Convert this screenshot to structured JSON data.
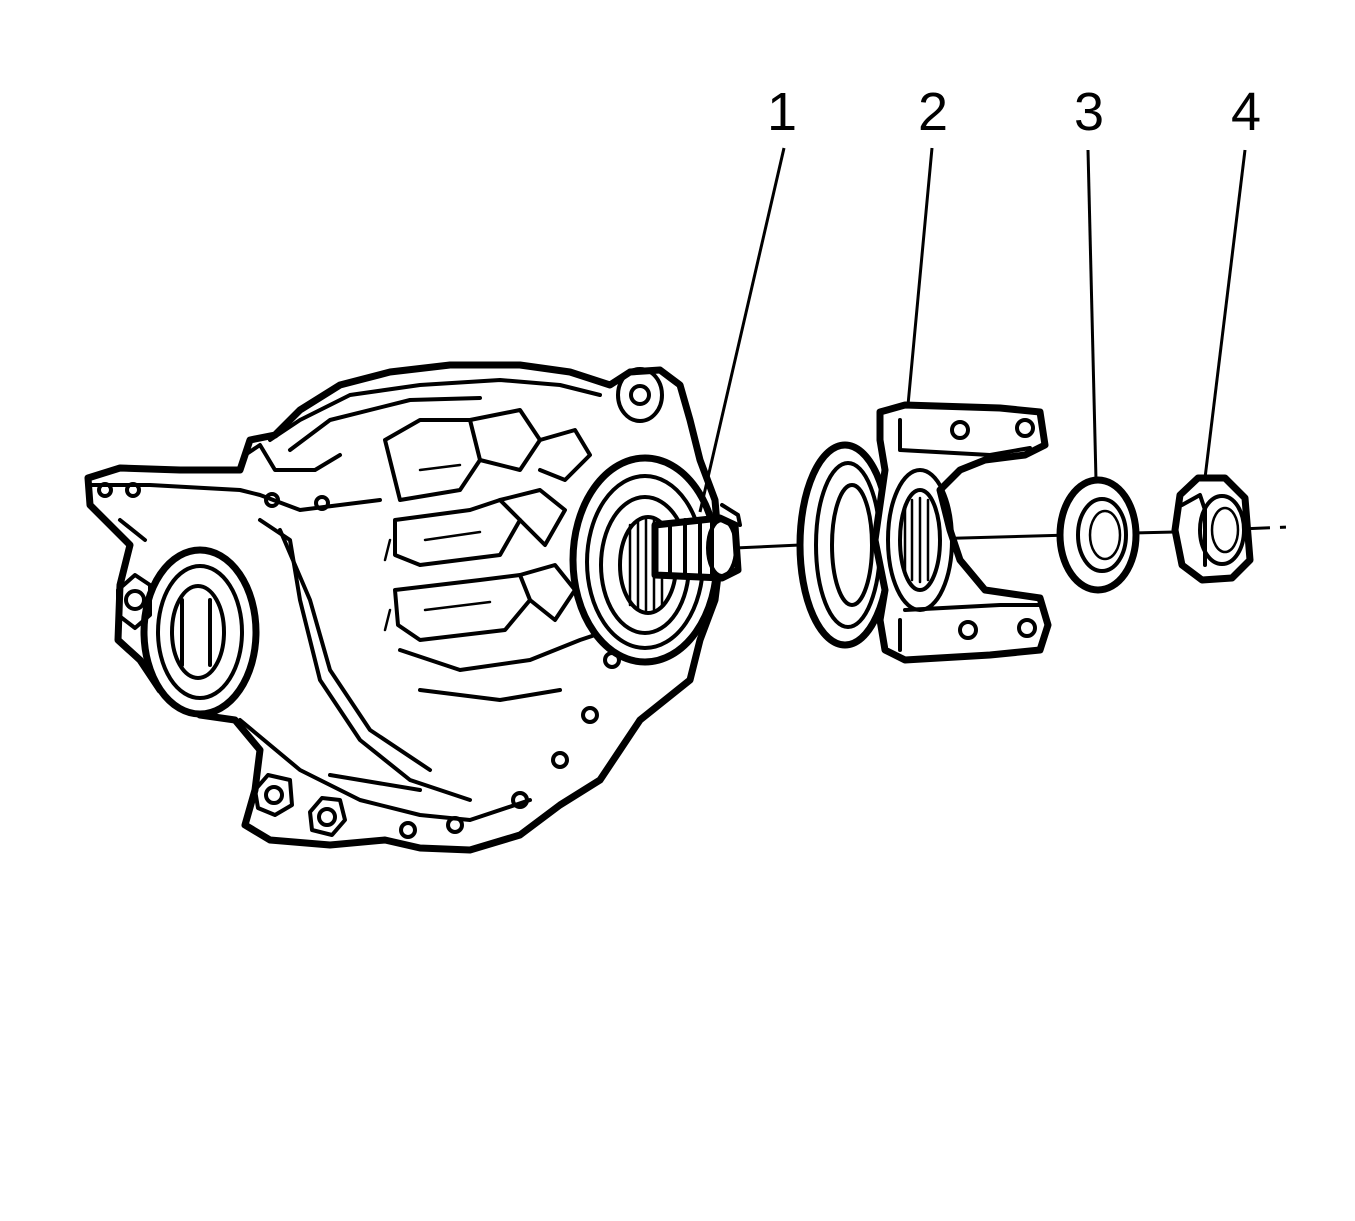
{
  "callouts": [
    {
      "id": "1",
      "label": "1"
    },
    {
      "id": "2",
      "label": "2"
    },
    {
      "id": "3",
      "label": "3"
    },
    {
      "id": "4",
      "label": "4"
    }
  ],
  "ink_color": "#000000",
  "background_color": "#ffffff"
}
